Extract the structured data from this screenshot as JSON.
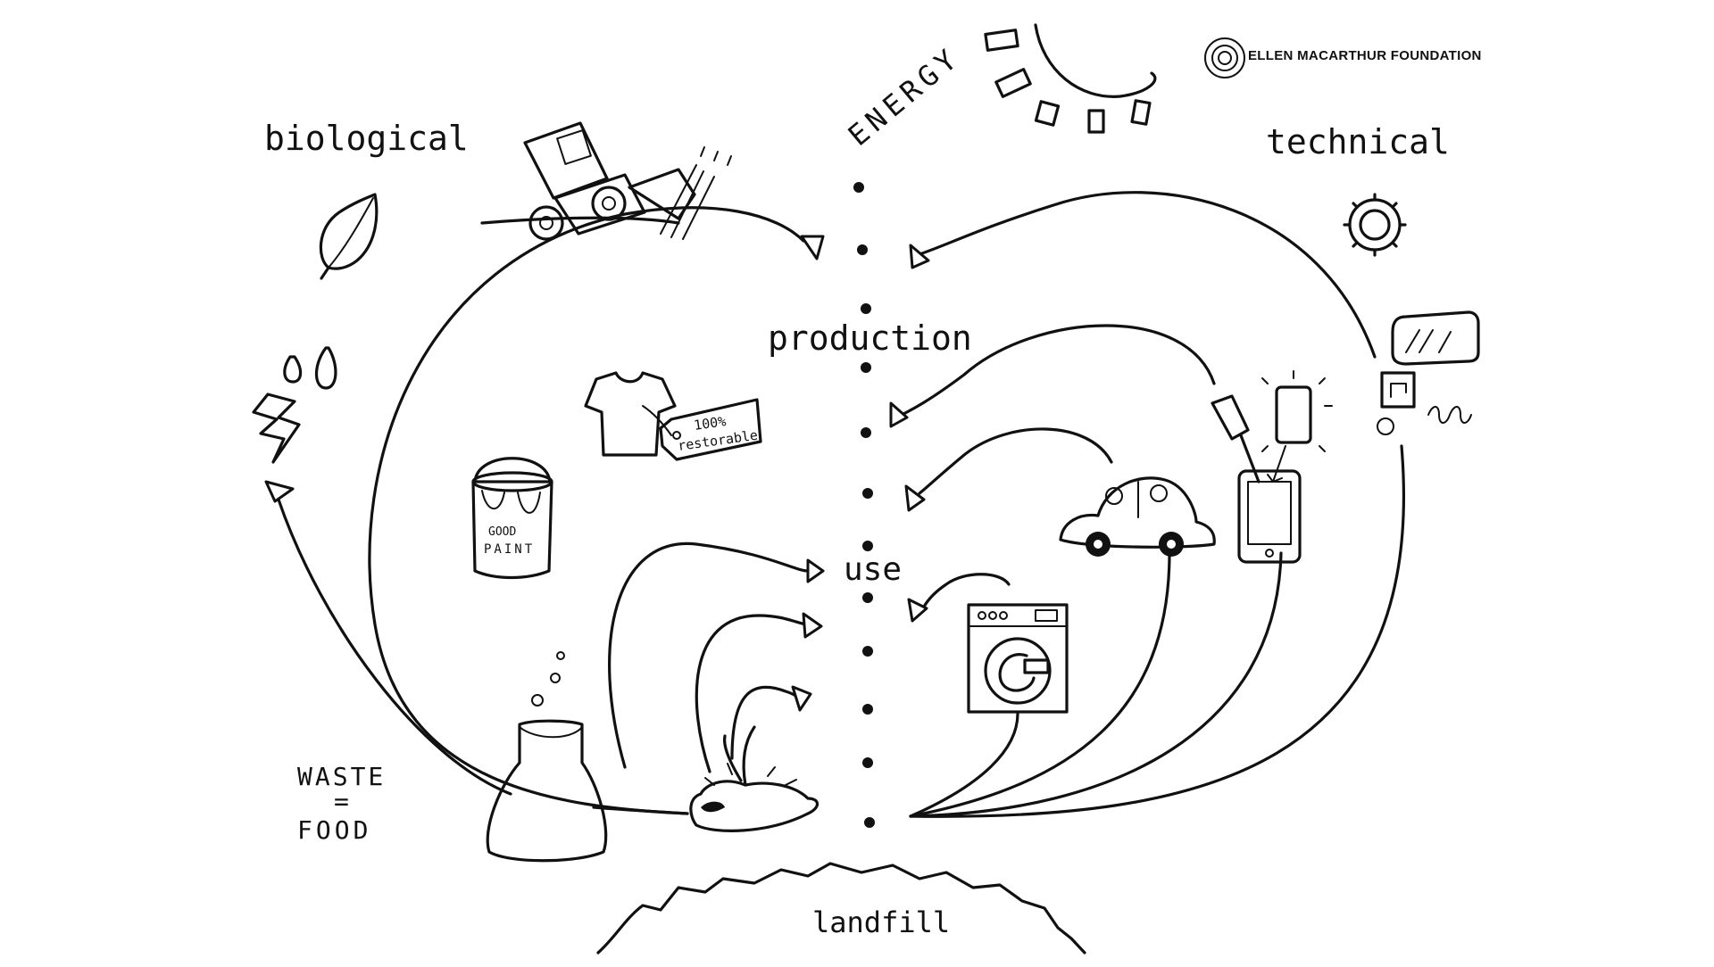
{
  "brand": {
    "name": "ELLEN MACARTHUR FOUNDATION",
    "icon": "concentric-circles-logo"
  },
  "labels": {
    "energy": "ENERGY",
    "biological": "biological",
    "technical": "technical",
    "production": "production",
    "use": "use",
    "waste_line1": "WASTE",
    "waste_line2": "=",
    "waste_line3": "FOOD",
    "landfill": "landfill",
    "tag_line1": "100%",
    "tag_line2": "restorable",
    "paint_line1": "GOOD",
    "paint_line2": "PAINT"
  },
  "icons": [
    "sun-icon",
    "leaf-icon",
    "gear-icon",
    "tractor-icon",
    "water-drops-icon",
    "lightning-icon",
    "tshirt-icon",
    "price-tag-icon",
    "paint-can-icon",
    "flask-icon",
    "soil-sprout-icon",
    "car-icon",
    "washing-machine-icon",
    "smartphone-icon",
    "spatula-icon",
    "glass-panel-icon",
    "circuit-parts-icon"
  ]
}
